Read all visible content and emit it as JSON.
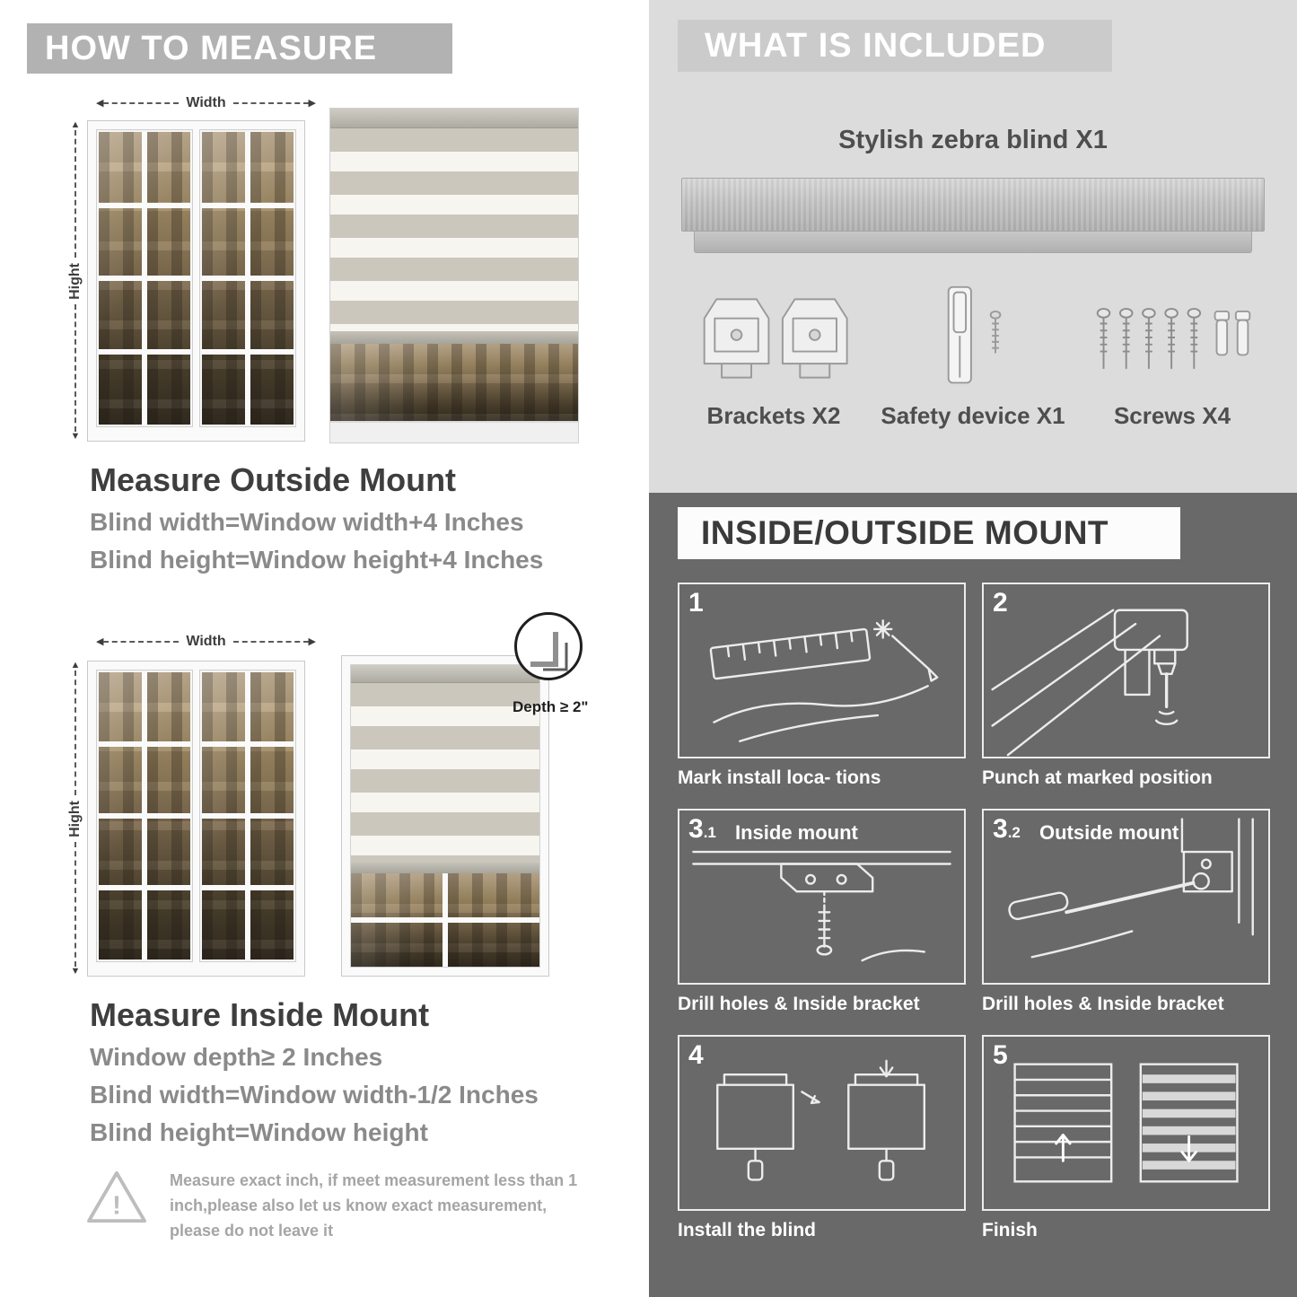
{
  "colors": {
    "left_header_bg": "#b2b2b2",
    "right_header_bg": "#cbcbcb",
    "included_bg": "#dcdcdc",
    "mount_bg": "#696969",
    "heading_text": "#3e3e3e",
    "body_text": "#8a8a8a",
    "caption_text": "#ffffff"
  },
  "left": {
    "header": "HOW TO MEASURE",
    "labels": {
      "width": "Width",
      "height": "Hight",
      "depth": "Depth ≥ 2\""
    },
    "outside": {
      "title": "Measure Outside Mount",
      "lines": [
        "Blind width=Window width+4 Inches",
        "Blind height=Window height+4 Inches"
      ]
    },
    "inside": {
      "title": "Measure Inside Mount",
      "lines": [
        "Window depth≥ 2 Inches",
        "Blind width=Window width-1/2 Inches",
        "Blind height=Window height"
      ]
    },
    "warning": "Measure exact inch, if meet measurement less than 1 inch,please also let us know exact measurement, please do not leave it"
  },
  "right": {
    "included": {
      "header": "WHAT IS INCLUDED",
      "blind_label": "Stylish zebra blind X1",
      "items": [
        {
          "label": "Brackets X2"
        },
        {
          "label": "Safety device X1"
        },
        {
          "label": "Screws X4"
        }
      ]
    },
    "mount": {
      "header": "INSIDE/OUTSIDE MOUNT",
      "steps": [
        {
          "num": "1",
          "sub": "",
          "title": "",
          "caption": "Mark install loca- tions"
        },
        {
          "num": "2",
          "sub": "",
          "title": "",
          "caption": "Punch at  marked position"
        },
        {
          "num": "3",
          "sub": ".1",
          "title": "Inside mount",
          "caption": "Drill holes &  Inside bracket"
        },
        {
          "num": "3",
          "sub": ".2",
          "title": "Outside mount",
          "caption": "Drill holes &  Inside bracket"
        },
        {
          "num": "4",
          "sub": "",
          "title": "",
          "caption": "Install the blind"
        },
        {
          "num": "5",
          "sub": "",
          "title": "",
          "caption": "Finish"
        }
      ]
    }
  }
}
